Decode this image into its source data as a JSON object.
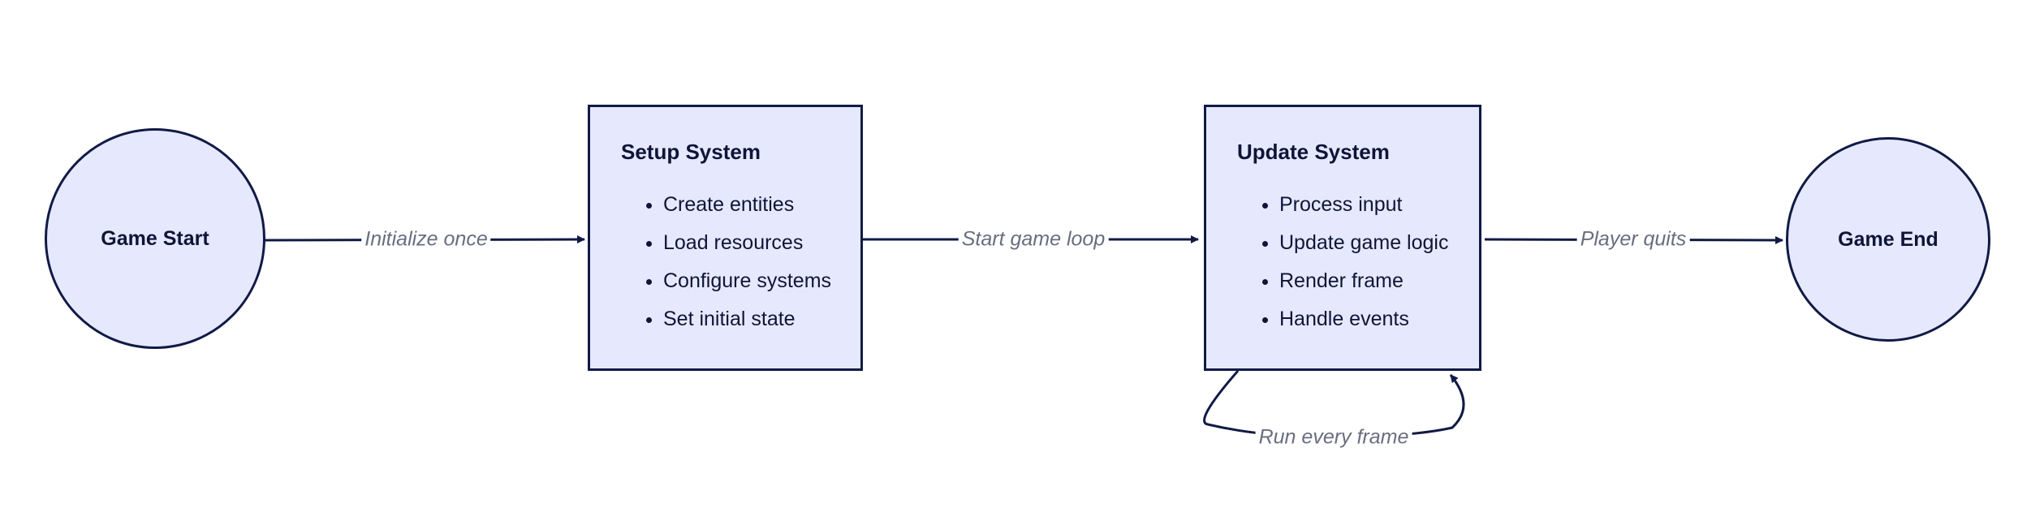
{
  "nodes": {
    "start": {
      "label": "Game Start"
    },
    "setup": {
      "title": "Setup System",
      "items": [
        "Create entities",
        "Load resources",
        "Configure systems",
        "Set initial state"
      ]
    },
    "update": {
      "title": "Update System",
      "items": [
        "Process input",
        "Update game logic",
        "Render frame",
        "Handle events"
      ]
    },
    "end": {
      "label": "Game End"
    }
  },
  "edges": [
    {
      "from": "Game Start",
      "to": "Setup System",
      "label": "Initialize once"
    },
    {
      "from": "Setup System",
      "to": "Update System",
      "label": "Start game loop"
    },
    {
      "from": "Update System",
      "to": "Update System",
      "label": "Run every frame"
    },
    {
      "from": "Update System",
      "to": "Game End",
      "label": "Player quits"
    }
  ],
  "colors": {
    "node_fill": "#e6e9fd",
    "stroke": "#111a45",
    "edge_label": "#6a6d80"
  }
}
